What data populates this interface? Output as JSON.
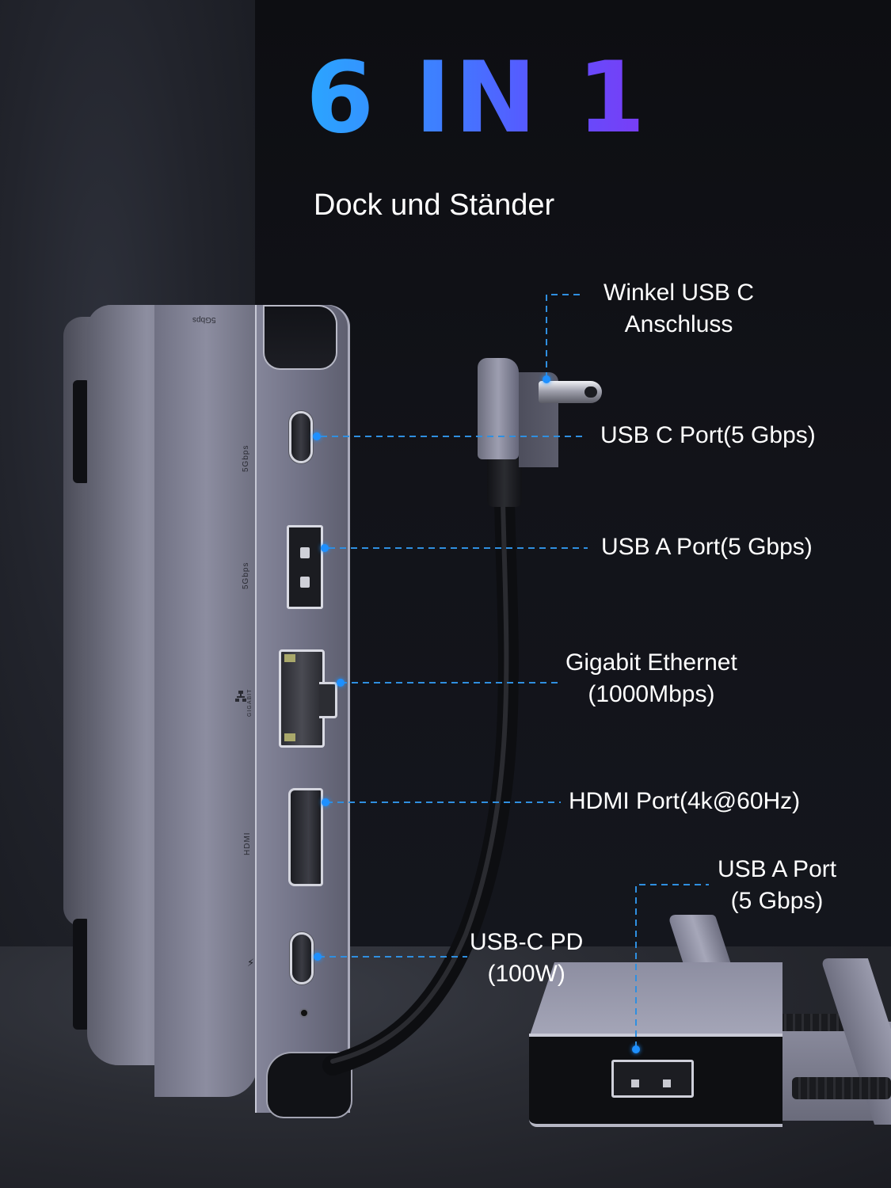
{
  "headline": {
    "title": "6 IN 1",
    "subtitle": "Dock und Ständer",
    "gradient_colors": [
      "#2aa6ff",
      "#3f7dff",
      "#5b52ff",
      "#7b3cf5"
    ]
  },
  "product": {
    "side_labels": {
      "top": "5Gbps",
      "usb_c": "5Gbps",
      "usb_a": "5Gbps",
      "ethernet": "GIGABIT",
      "hdmi": "HDMI"
    },
    "icons": [
      "bolt-icon",
      "lan-icon"
    ]
  },
  "callouts": [
    {
      "id": "angled-usbc",
      "lines": [
        "Winkel USB C",
        "Anschluss"
      ]
    },
    {
      "id": "usbc-port",
      "lines": [
        "USB C Port(5 Gbps)"
      ]
    },
    {
      "id": "usba-port",
      "lines": [
        "USB A Port(5 Gbps)"
      ]
    },
    {
      "id": "ethernet",
      "lines": [
        "Gigabit Ethernet",
        "(1000Mbps)"
      ]
    },
    {
      "id": "hdmi",
      "lines": [
        "HDMI Port(4k@60Hz)"
      ]
    },
    {
      "id": "usbc-pd",
      "lines": [
        "USB-C PD",
        "(100W)"
      ]
    },
    {
      "id": "usba-port-flat",
      "lines": [
        "USB A Port",
        "(5 Gbps)"
      ]
    }
  ],
  "colors": {
    "callout_line": "#2f8fe0",
    "callout_dot": "#1e90ff",
    "text": "#ffffff",
    "background": "#0c0d12"
  }
}
